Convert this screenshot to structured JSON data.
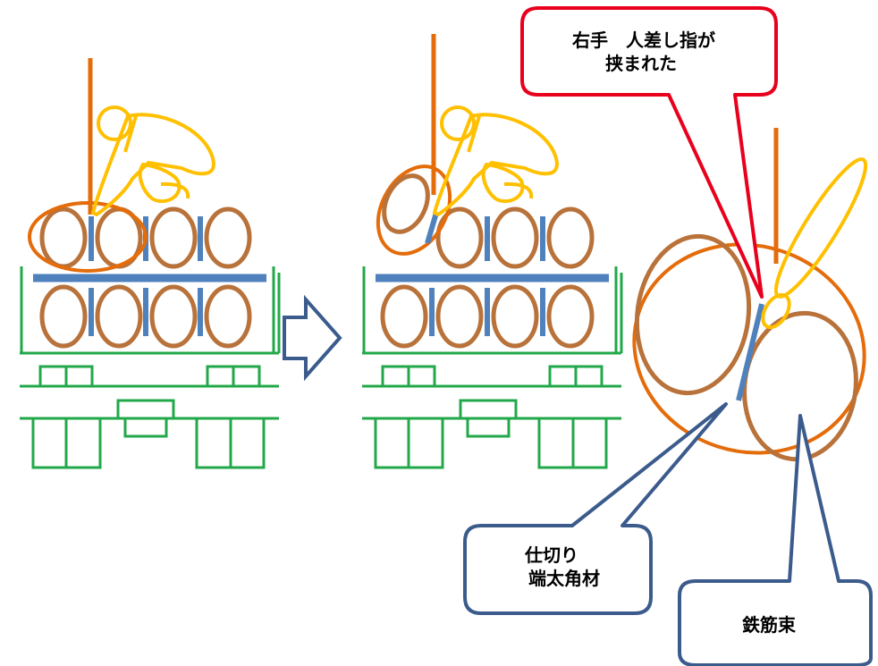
{
  "colors": {
    "truck_green": "#22A84A",
    "bundle_brown": "#B8723A",
    "orange": "#E46C0A",
    "worker_yellow": "#FFC000",
    "spacer_blue": "#4F81BD",
    "callout_red": "#E8001C",
    "callout_navy": "#3B5B8C"
  },
  "callouts": {
    "pinched": {
      "line1": "右手　人差し指が",
      "line2": "挟まれた"
    },
    "spacer": {
      "line1": "仕切り",
      "line2": "端太角材"
    },
    "rebar": {
      "line1": "鉄筋束"
    }
  }
}
